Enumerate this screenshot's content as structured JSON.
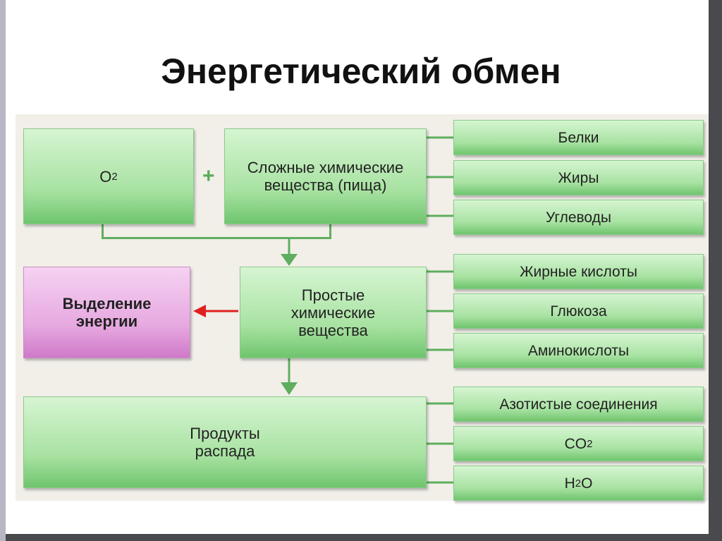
{
  "title": "Энергетический обмен",
  "o2": {
    "main": "O",
    "sub": "2"
  },
  "plus": "+",
  "complex": "Сложные химические вещества (пища)",
  "simple": "Простые химические вещества",
  "energy": "Выделение энергии",
  "products": "Продукты распада",
  "complex_items": [
    "Белки",
    "Жиры",
    "Углеводы"
  ],
  "simple_items": [
    "Жирные кислоты",
    "Глюкоза",
    "Аминокислоты"
  ],
  "product_items": {
    "nitrogen": "Азотистые соединения",
    "co2": {
      "main": "CO",
      "sub": "2"
    },
    "h2o": {
      "a": "H",
      "sub": "2",
      "b": "O"
    }
  },
  "colors": {
    "green": "#a8e2a2",
    "pink": "#e6a8e0",
    "arrow_red": "#e02020",
    "line_green": "#5fae5f"
  }
}
